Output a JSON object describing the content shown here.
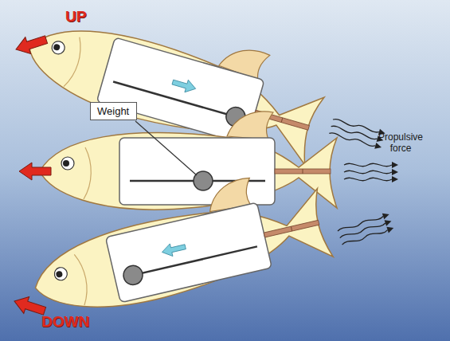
{
  "diagram": {
    "nodes": [
      {
        "text": [
          "Weight"
        ]
      }
    ],
    "labels": [
      "UP",
      "Propulsive force",
      "DOWN"
    ]
  }
}
